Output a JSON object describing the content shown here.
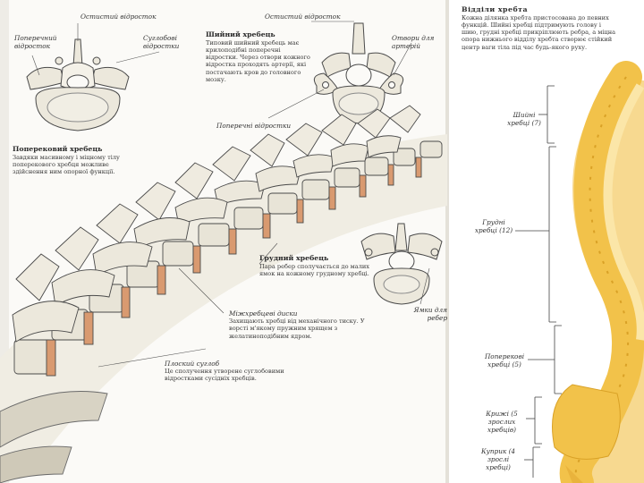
{
  "labels": {
    "spinous_left": "Остистий відросток",
    "transverse_left": "Поперечний відросток",
    "articular": "Суглобові відростки",
    "spinous_center": "Остистий відросток",
    "artery_holes": "Отвори для артерій",
    "transverse_center": "Поперечні відростки",
    "rib_pits": "Ямки для ребер"
  },
  "cervical": {
    "title": "Шийний хребець",
    "text": "Типовий шийний хребець має крилоподібні поперечні відростки. Через отвори кожного відростка проходять артерії, які постачають кров до головного мозку."
  },
  "lumbar": {
    "title": "Поперековий хребець",
    "text": "Завдяки масивному і міцному тілу поперекового хребця можливе здійснення ним опорної функції."
  },
  "thoracic": {
    "title": "Грудний хребець",
    "text": "Пара ребер сполучається до малих ямок на кожному грудному хребці."
  },
  "discs": {
    "title": "Міжхребцеві диски",
    "text": "Захищають хребці від механічного тиску. У ворсті м'якому пружним хрящем з желатиноподібним ядром."
  },
  "flat_joint": {
    "title": "Плоский суглоб",
    "text": "Це сполучення утворене суглобовими відростками сусідніх хребців."
  },
  "sections": {
    "title": "Відділи хребта",
    "text": "Кожна ділянка хребта пристосована до певних функцій. Шийні хребці підтримують голову і шию, грудні хребці прикріплюють ребра, а міцна опора нижнього відділу хребта створює стійкий центр ваги тіла під час будь-якого руху.",
    "cervical": "Шийні хребці (7)",
    "thoracic": "Грудні хребці (12)",
    "lumbar": "Поперекові хребці (5)",
    "sacrum": "Крижі (5 зрослих хребців)",
    "coccyx": "Куприк (4 зрослі хребці)"
  },
  "colors": {
    "bone": "#ece8dc",
    "bone_outline": "#4a4a4a",
    "disc": "#d99a70",
    "spine_yellow": "#f2c24a",
    "spine_shadow": "#d9a126"
  }
}
